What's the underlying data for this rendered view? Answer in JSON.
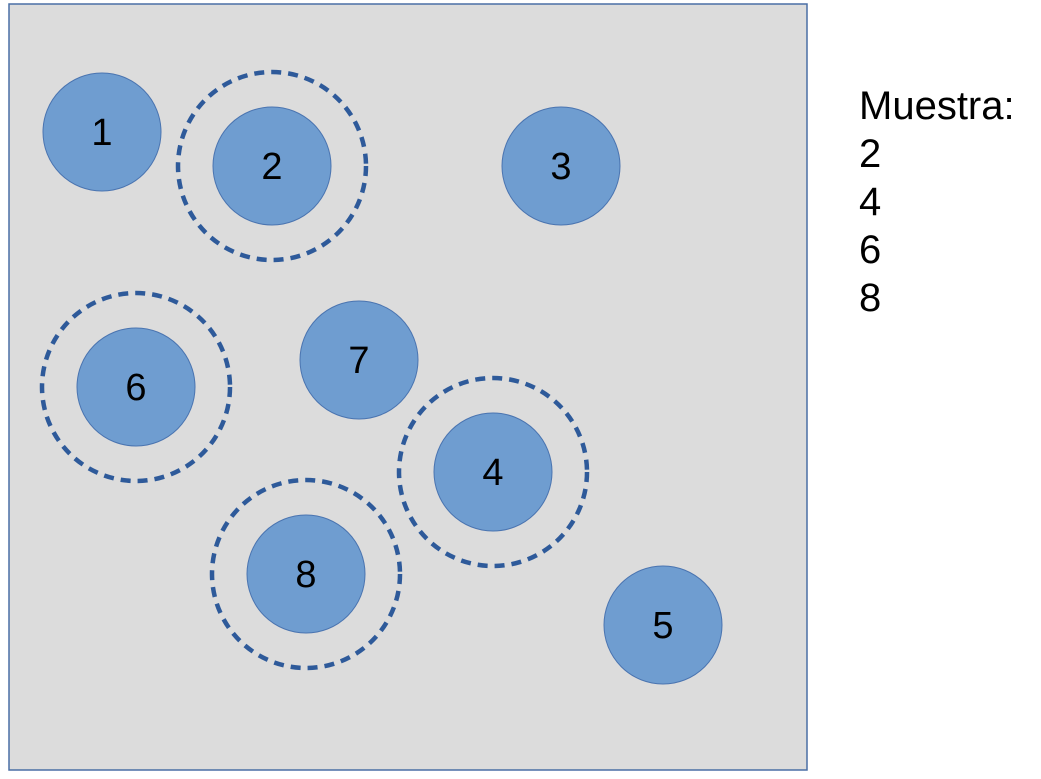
{
  "colors": {
    "panel_fill": "#dcdcdc",
    "panel_border": "#4a6fa5",
    "circle_fill": "#6f9dd0",
    "circle_stroke": "#4a74b0",
    "dashed_ring": "#2e5a9a"
  },
  "circles": [
    {
      "label": "1",
      "selected": false
    },
    {
      "label": "2",
      "selected": true
    },
    {
      "label": "3",
      "selected": false
    },
    {
      "label": "4",
      "selected": true
    },
    {
      "label": "5",
      "selected": false
    },
    {
      "label": "6",
      "selected": true
    },
    {
      "label": "7",
      "selected": false
    },
    {
      "label": "8",
      "selected": true
    }
  ],
  "legend": {
    "title": "Muestra:",
    "items": [
      "2",
      "4",
      "6",
      "8"
    ]
  }
}
